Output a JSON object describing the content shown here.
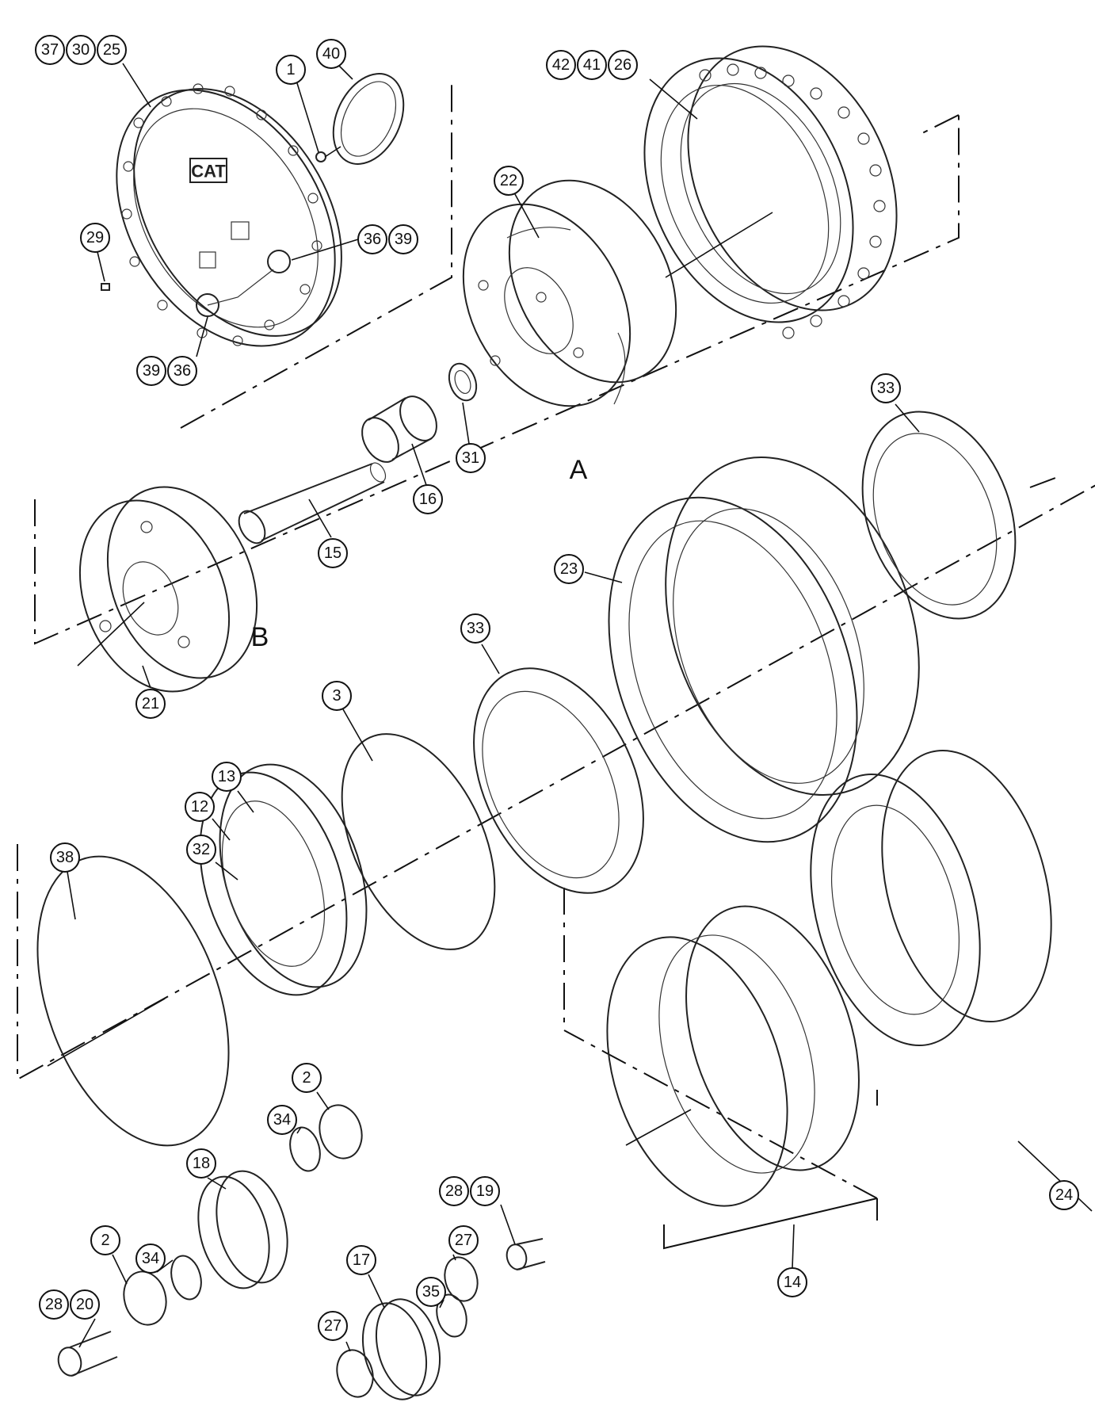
{
  "diagram": {
    "brand_logo_text": "CAT",
    "assembly_letters": {
      "upper": "A",
      "middle": "B"
    },
    "callouts": {
      "c37": "37",
      "c30": "30",
      "c25": "25",
      "c1": "1",
      "c40": "40",
      "c42": "42",
      "c41": "41",
      "c26": "26",
      "c22": "22",
      "c29": "29",
      "c36a": "36",
      "c39a": "39",
      "c39b": "39",
      "c36b": "36",
      "c33a": "33",
      "c31": "31",
      "c16": "16",
      "c15": "15",
      "c23": "23",
      "c33b": "33",
      "c21": "21",
      "c3": "3",
      "c13": "13",
      "c12": "12",
      "c32": "32",
      "c38": "38",
      "c24": "24",
      "c14": "14",
      "c2a": "2",
      "c34a": "34",
      "c18": "18",
      "c28a": "28",
      "c19": "19",
      "c2b": "2",
      "c34b": "34",
      "c27a": "27",
      "c28b": "28",
      "c20": "20",
      "c17": "17",
      "c35": "35",
      "c27b": "27"
    }
  }
}
